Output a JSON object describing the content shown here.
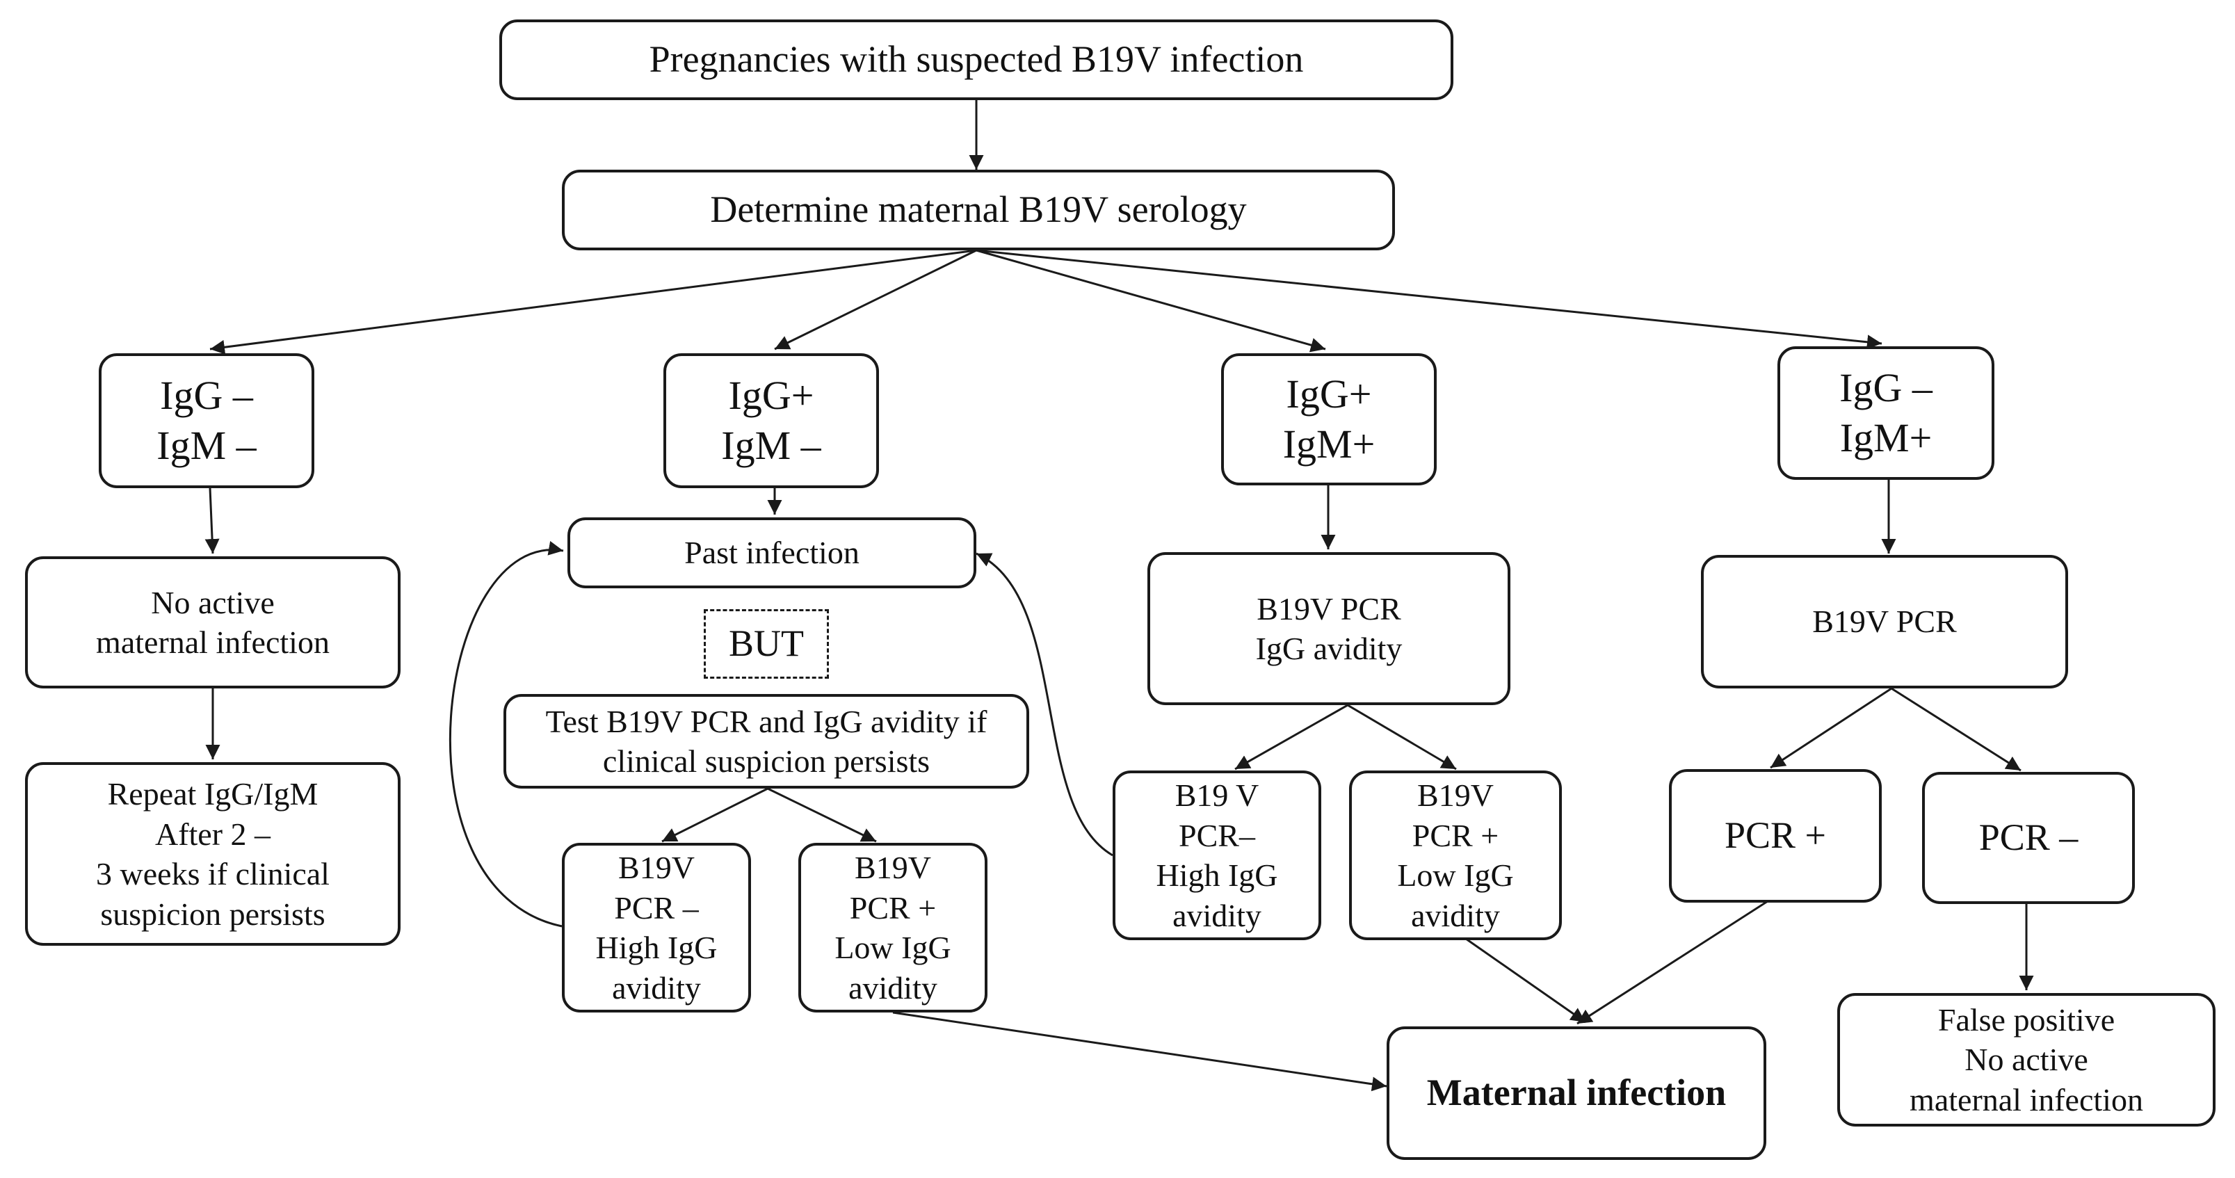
{
  "nodes": {
    "start": [
      "Pregnancies with suspected B19V infection"
    ],
    "serology": [
      "Determine maternal B19V serology"
    ],
    "g_neg_m_neg": [
      "IgG –",
      "IgM –"
    ],
    "g_pos_m_neg": [
      "IgG+",
      "IgM –"
    ],
    "g_pos_m_pos": [
      "IgG+",
      "IgM+"
    ],
    "g_neg_m_pos": [
      "IgG –",
      "IgM+"
    ],
    "no_active": [
      "No active",
      "maternal infection"
    ],
    "repeat": [
      "Repeat IgG/IgM",
      "After 2 –",
      "3 weeks if clinical",
      "suspicion persists"
    ],
    "past_infection": [
      "Past infection"
    ],
    "but": [
      "BUT"
    ],
    "test_pcr": [
      "Test B19V PCR and IgG avidity if",
      "clinical suspicion persists"
    ],
    "b_pcr_neg_high": [
      "B19V",
      "PCR –",
      "High IgG",
      "avidity"
    ],
    "b_pcr_pos_low": [
      "B19V",
      "PCR +",
      "Low IgG",
      "avidity"
    ],
    "c_pcr_avidity": [
      "B19V PCR",
      "IgG avidity"
    ],
    "c_pcr_neg_high": [
      "B19 V",
      "PCR–",
      "High IgG",
      "avidity"
    ],
    "c_pcr_pos_low": [
      "B19V",
      "PCR +",
      "Low IgG",
      "avidity"
    ],
    "d_pcr": [
      "B19V PCR"
    ],
    "d_pcr_pos": [
      "PCR +"
    ],
    "d_pcr_neg": [
      "PCR –"
    ],
    "false_positive": [
      "False positive",
      "No active",
      "maternal infection"
    ],
    "maternal_infection": [
      "Maternal infection"
    ]
  },
  "colors": {
    "stroke": "#1a1a1a",
    "text": "#111111",
    "background": "#ffffff"
  }
}
